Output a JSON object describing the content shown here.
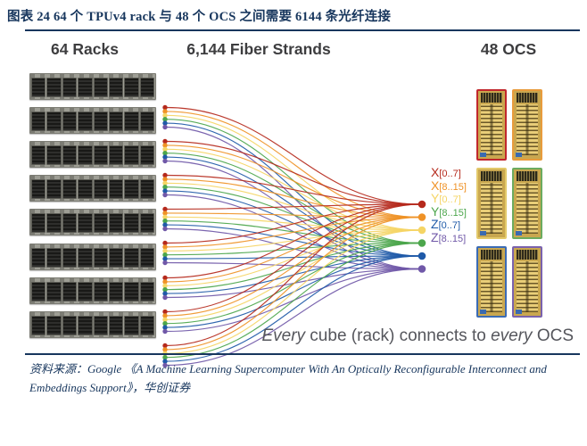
{
  "figure": {
    "title": "图表 24  64 个 TPUv4 rack 与 48 个 OCS 之间需要 6144 条光纤连接",
    "source_line1": "资料来源：Google 《A Machine Learning Supercomputer With An Optically Reconfigurable Interconnect and",
    "source_line2": "Embeddings Support》，华创证券"
  },
  "diagram": {
    "headings": {
      "racks": "64 Racks",
      "fibers": "6,144 Fiber Strands",
      "ocs": "48 OCS"
    },
    "rack_rows": 8,
    "racks_per_row": 8,
    "fiber_groups": [
      {
        "label_dim": "X",
        "label_range": "[0..7]",
        "color": "#b5291c"
      },
      {
        "label_dim": "X",
        "label_range": "[8..15]",
        "color": "#ef9226"
      },
      {
        "label_dim": "Y",
        "label_range": "[0..7]",
        "color": "#f5d565"
      },
      {
        "label_dim": "Y",
        "label_range": "[8..15]",
        "color": "#4ca64c"
      },
      {
        "label_dim": "Z",
        "label_range": "[0..7]",
        "color": "#1f5aa8"
      },
      {
        "label_dim": "Z",
        "label_range": "[8..15]",
        "color": "#7058a8"
      }
    ],
    "ocs_border_colors": [
      "#c1272d",
      "#e89b3c",
      "#e3c96a",
      "#6cab5f",
      "#3b6bb5",
      "#7a62ad"
    ],
    "caption_segments": [
      {
        "text": "Every",
        "italic": true
      },
      {
        "text": " cube (rack) connects to ",
        "italic": false
      },
      {
        "text": "every",
        "italic": true
      },
      {
        "text": " OCS",
        "italic": false
      }
    ]
  },
  "colors": {
    "navy": "#17365d",
    "heading_text": "#3d3d3f",
    "caption_text": "#55565c"
  }
}
